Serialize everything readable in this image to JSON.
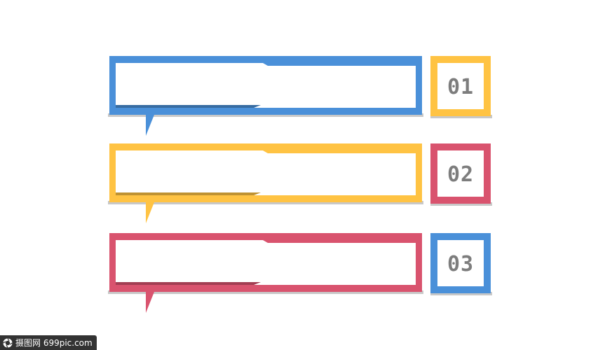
{
  "colors": {
    "blue": "#4a90d9",
    "yellow": "#ffc343",
    "red": "#d9536e",
    "shadow": "#c8c8c8",
    "number_text": "#7d7d7d"
  },
  "items": [
    {
      "number": "01",
      "bubble_color": "#4a90d9",
      "box_color": "#ffc343"
    },
    {
      "number": "02",
      "bubble_color": "#ffc343",
      "box_color": "#d9536e"
    },
    {
      "number": "03",
      "bubble_color": "#d9536e",
      "box_color": "#4a90d9"
    }
  ],
  "watermark": {
    "logo": "camera-lens-logo",
    "text": "摄图网 699pic.com"
  }
}
